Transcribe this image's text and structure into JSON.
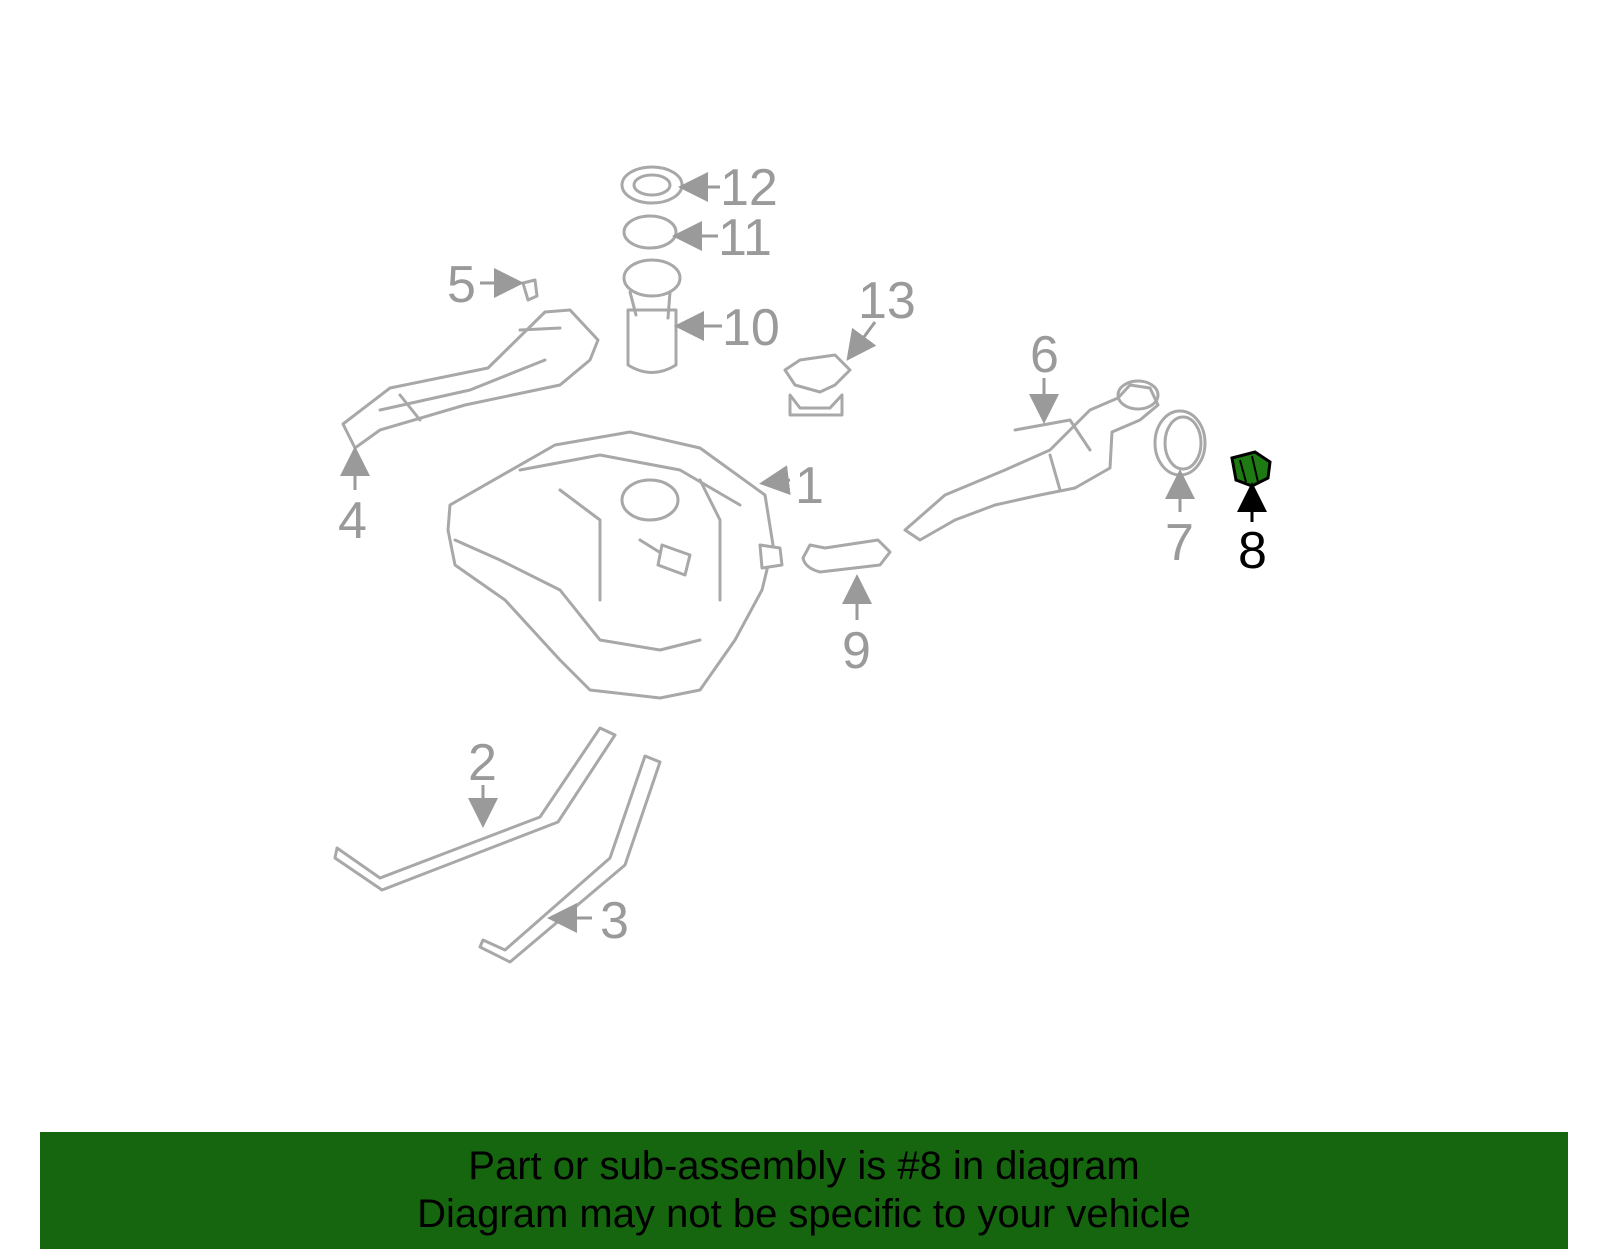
{
  "diagram": {
    "callouts": [
      "1",
      "2",
      "3",
      "4",
      "5",
      "6",
      "7",
      "8",
      "9",
      "10",
      "11",
      "12",
      "13"
    ],
    "highlighted_callout": "8",
    "colors": {
      "line_art": "#a8a8a8",
      "label": "#9a9a9a",
      "highlight_part": "#1e7a12",
      "banner": "#16650f"
    }
  },
  "banner": {
    "line1": "Part or sub-assembly is #8 in diagram",
    "line2": "Diagram may not be specific to your vehicle"
  }
}
